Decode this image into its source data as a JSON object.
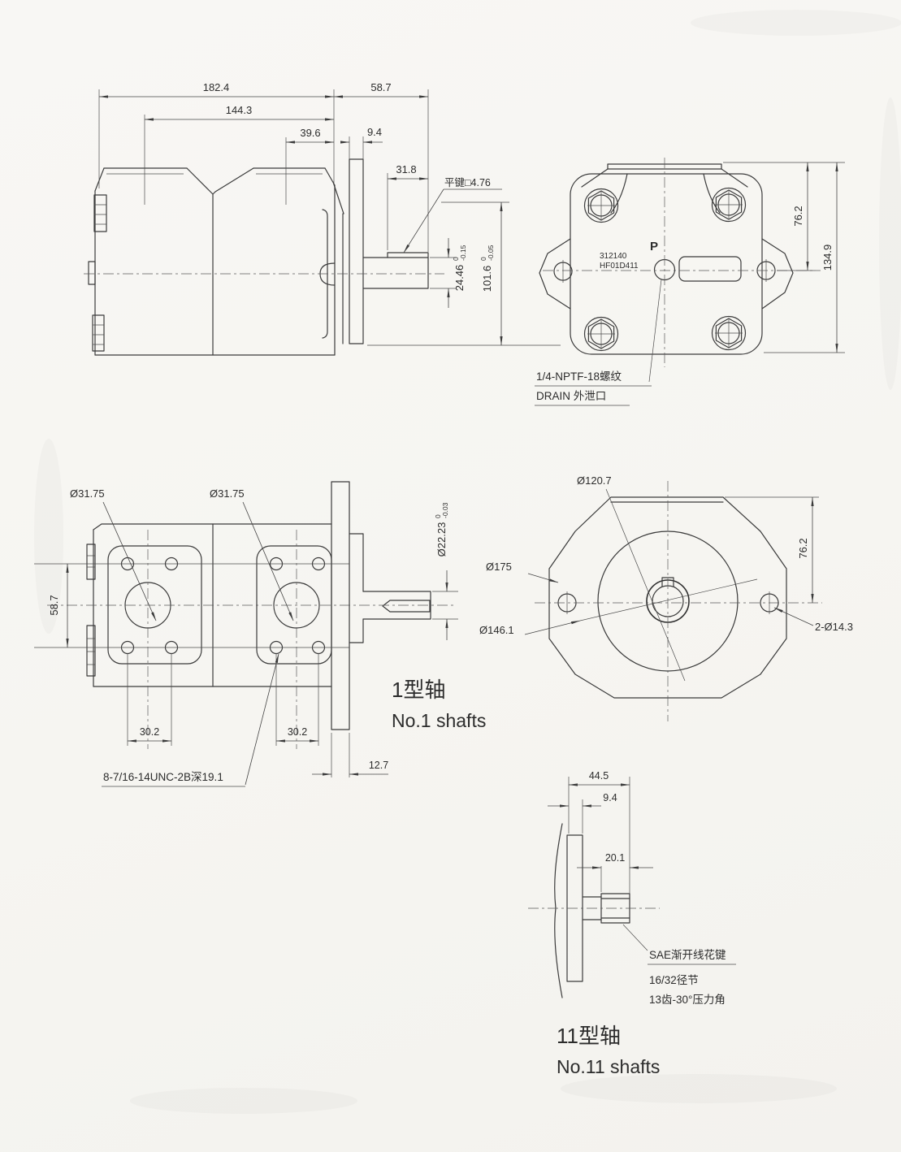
{
  "drawing": {
    "side_view": {
      "dim_total_len": "182.4",
      "dim_body_len": "144.3",
      "dim_hump": "39.6",
      "dim_shaft_ext": "58.7",
      "dim_flange_thk": "9.4",
      "dim_key_len": "31.8",
      "key_note": "平键□4.76",
      "shaft_dia_val": "24.46",
      "shaft_dia_tol_up": "0",
      "shaft_dia_tol_dn": "-0.15",
      "height_val": "101.6",
      "height_tol_up": "0",
      "height_tol_dn": "-0.05"
    },
    "rear_view": {
      "stamp_line1": "312140",
      "stamp_line2": "HF01D411",
      "port_label": "P",
      "dim_half_height": "76.2",
      "dim_total_height": "134.9",
      "drain_note1": "1/4-NPTF-18螺纹",
      "drain_note2": "DRAIN 外泄口"
    },
    "front_view": {
      "port_dia_left": "Ø31.75",
      "port_dia_right": "Ø31.75",
      "dim_hole_span_v": "58.7",
      "dim_bolt_span_left": "30.2",
      "dim_bolt_span_right": "30.2",
      "dim_plate_thk": "12.7",
      "shaft_dia_val": "Ø22.23",
      "shaft_dia_tol_up": "0",
      "shaft_dia_tol_dn": "-0.03",
      "bolt_note": "8-7/16-14UNC-2B深19.1",
      "caption_cn": "1型轴",
      "caption_en": "No.1 shafts"
    },
    "flange_view": {
      "dia_pilot": "Ø120.7",
      "dia_body": "Ø175",
      "dia_bolt_circle": "Ø146.1",
      "ear_hole_note": "2-Ø14.3",
      "dim_half_height": "76.2"
    },
    "shaft11_view": {
      "dim_total": "44.5",
      "dim_plate": "9.4",
      "dim_spline_len": "20.1",
      "spline_note1": "SAE渐开线花键",
      "spline_note2": "16/32径节",
      "spline_note3": "13齿-30°压力角",
      "caption_cn": "11型轴",
      "caption_en": "No.11 shafts"
    }
  }
}
